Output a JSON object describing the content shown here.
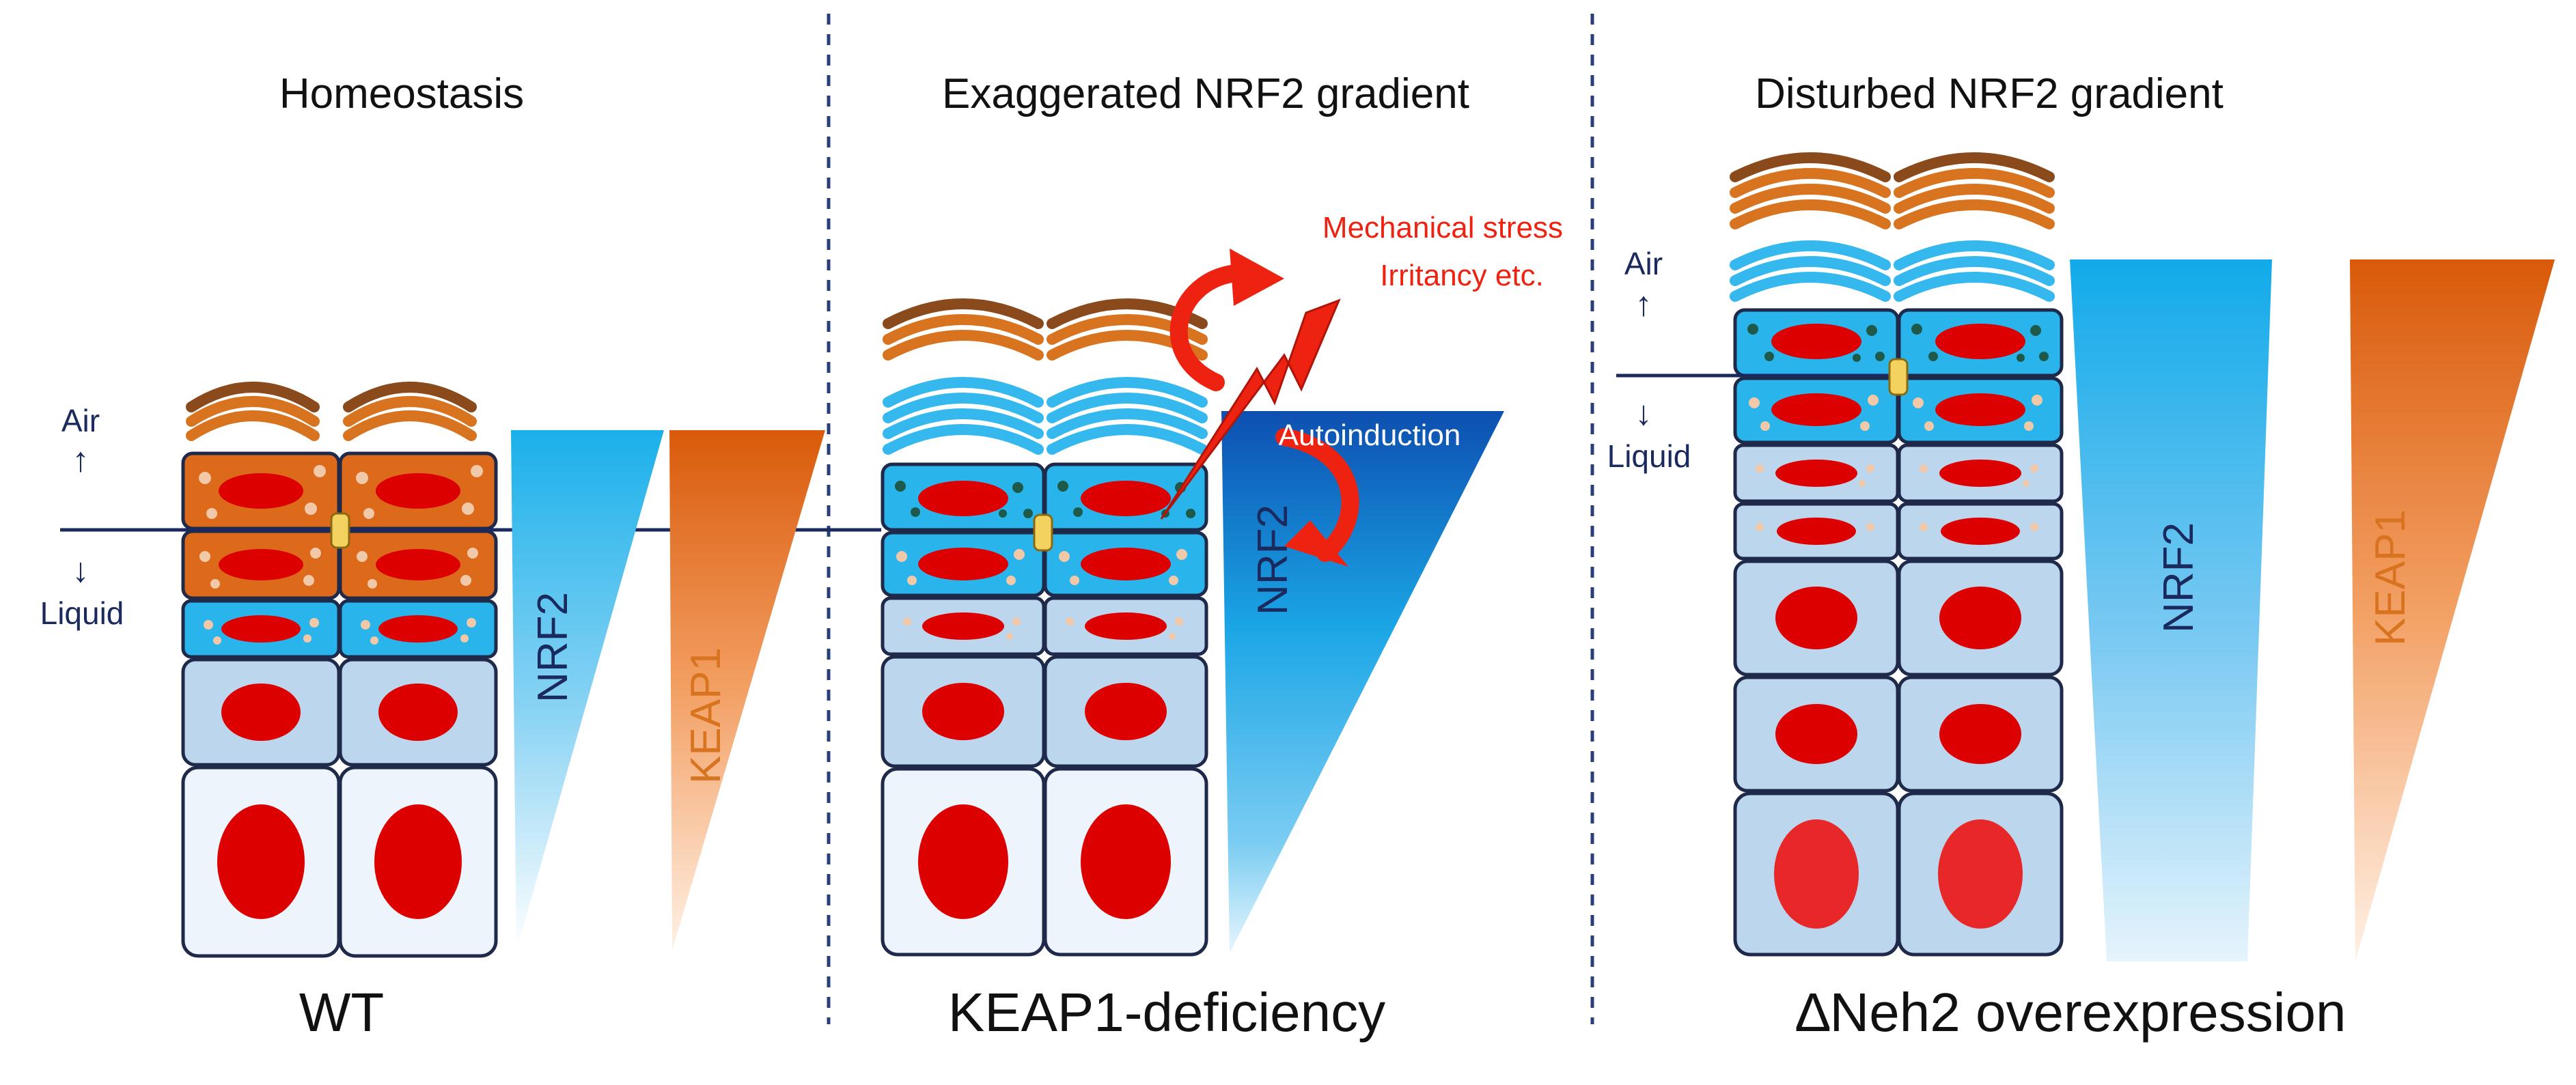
{
  "panels": [
    {
      "header": "Homeostasis",
      "footer": "WT"
    },
    {
      "header": "Exaggerated NRF2 gradient",
      "footer": "KEAP1-deficiency"
    },
    {
      "header": "Disturbed NRF2 gradient",
      "footer": "∆Neh2 overexpression"
    }
  ],
  "labels": {
    "air": "Air",
    "liquid": "Liquid",
    "up_arrow": "↑",
    "down_arrow": "↓",
    "nrf2": "NRF2",
    "keap1": "KEAP1",
    "stress_line1": "Mechanical stress",
    "stress_line2": "Irritancy etc.",
    "autoinduction": "Autoinduction"
  },
  "colors": {
    "nucleus": "#dd0000",
    "cell_light": "#bcd6ee",
    "cell_pale": "#eef4fb",
    "cell_blue": "#2ab4ec",
    "cell_orange": "#dd6a1a",
    "cilia_brown": "#8a4a1c",
    "cilia_orange": "#d8731f",
    "cilia_blue": "#34b8ee",
    "junction": "#f4d260",
    "stress_red": "#ee2211",
    "text_navy": "#1a2a5e"
  }
}
